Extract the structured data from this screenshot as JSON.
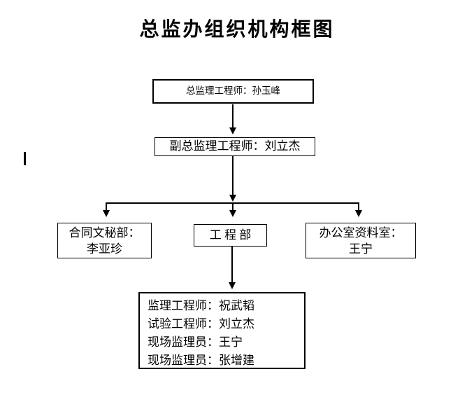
{
  "title": "总监办组织机构框图",
  "colors": {
    "background": "#ffffff",
    "line": "#000000",
    "text": "#000000"
  },
  "nodes": {
    "chief": {
      "label": "总监理工程师：孙玉峰"
    },
    "deputy": {
      "label": "副总监理工程师：刘立杰"
    },
    "contract": {
      "line1": "合同文秘部：",
      "line2": "李亚珍"
    },
    "engineering": {
      "label": "工 程 部"
    },
    "office": {
      "line1": "办公室资料室：",
      "line2": "王宁"
    },
    "staff": {
      "lines": [
        "监理工程师：祝武韬",
        "试验工程师：刘立杰",
        "现场监理员：王宁",
        "现场监理员：张增建"
      ]
    }
  }
}
